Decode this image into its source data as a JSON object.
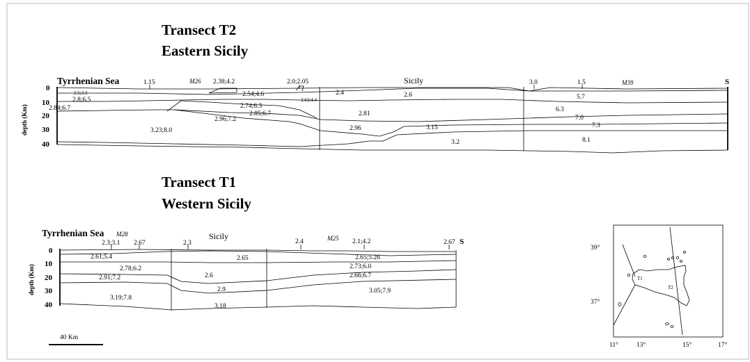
{
  "t2": {
    "title1": "Transect T2",
    "title2": "Eastern Sicily",
    "sea": "Tyrrhenian Sea",
    "land": "Sicily",
    "end": "S",
    "ylabel": "depth (Km)",
    "ticks": [
      "0",
      "10",
      "20",
      "30",
      "40"
    ],
    "stations": [
      "1.15",
      "M26",
      "2.38;4.2",
      "2.0;2.05",
      "3.0",
      "1.5",
      "M39"
    ],
    "layers": [
      "2.5;3.3",
      "2.8;6.5",
      "2.84;6.7",
      "2.54;4.6",
      "2.74;6.3",
      "2.62;4.4",
      "2.85;6.7",
      "2.96;7.2",
      "3.23;8.0",
      "2.4",
      "2.6",
      "2.81",
      "2.96",
      "3.15",
      "3.2",
      "5.7",
      "6.3",
      "7.0",
      "7.3",
      "8.1"
    ]
  },
  "t1": {
    "title1": "Transect T1",
    "title2": "Western Sicily",
    "sea": "Tyrrhenian Sea",
    "land": "Sicily",
    "end": "S",
    "ylabel": "depth (Km)",
    "ticks": [
      "0",
      "10",
      "20",
      "30",
      "40"
    ],
    "stations": [
      "M28",
      "2.3;3.1",
      "2.67",
      "2.3",
      "2.4",
      "M25",
      "2.1;4.2",
      "2.67"
    ],
    "layers": [
      "2.61;5.4",
      "2.78;6.2",
      "2.91;7.2",
      "3.19;7.8",
      "2.65",
      "2.6",
      "2.9",
      "3.18",
      "2.65;5.26",
      "2.73;6.0",
      "2.66;6.7",
      "3.05;7.9"
    ]
  },
  "scale": {
    "label": "40 Km"
  },
  "map": {
    "lat_labels": [
      "39°",
      "37°"
    ],
    "lon_labels": [
      "11°",
      "13°",
      "15°",
      "17°"
    ],
    "transects": [
      "T1",
      "T2"
    ]
  }
}
